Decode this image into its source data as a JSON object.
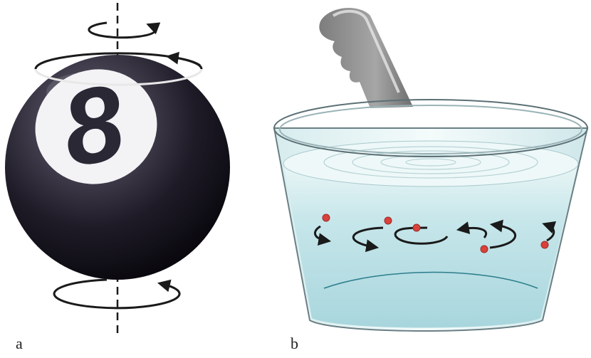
{
  "panels": {
    "a": {
      "label": "a",
      "ball_number": "8"
    },
    "b": {
      "label": "b"
    }
  },
  "colors": {
    "ball": "#1d1b26",
    "water": "#bfe3e8",
    "handle": "#8a8a8a",
    "particle": "#d9423b",
    "arrow": "#1a1a1a"
  },
  "icons": [
    "rotation-arrow-icon",
    "rotation-axis"
  ]
}
